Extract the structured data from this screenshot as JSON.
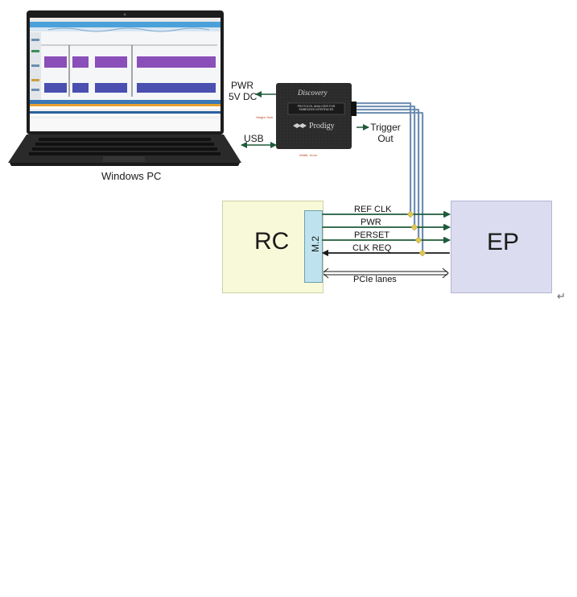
{
  "labels": {
    "pwr_line1": "PWR",
    "pwr_line2": "5V DC",
    "usb": "USB",
    "windows_pc": "Windows PC",
    "trigger_line1": "Trigger",
    "trigger_line2": "Out",
    "rc": "RC",
    "ep": "EP",
    "m2": "M.2",
    "pcie_lanes": "PCIe lanes",
    "return_mark": "↵"
  },
  "signals": [
    {
      "name": "REF CLK",
      "direction": "to-ep"
    },
    {
      "name": "PWR",
      "direction": "to-ep"
    },
    {
      "name": "PERSET",
      "direction": "to-ep"
    },
    {
      "name": "CLK REQ",
      "direction": "to-rc"
    }
  ],
  "device": {
    "title": "Discovery",
    "subtitle": "PROTOCOL ANALYZER FOR EMBEDDED INTERFACES",
    "brand": "Prodigy"
  },
  "colors": {
    "rc_fill": "#f8f9d8",
    "ep_fill": "#dcdcf0",
    "m2_fill": "#bfe3ee",
    "probe_wire": "#4a6f9a",
    "arrow": "#1f5a3a",
    "tap_dot": "#e0c850"
  }
}
